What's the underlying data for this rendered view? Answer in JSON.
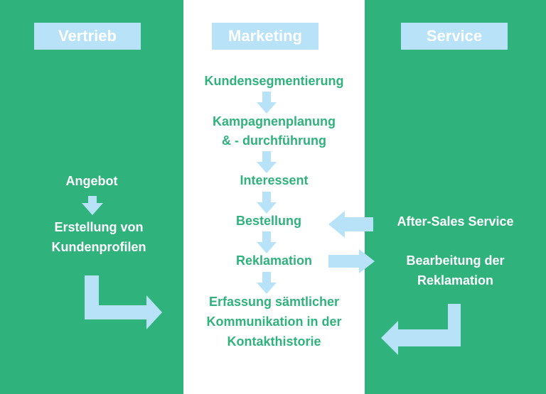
{
  "columns": {
    "left": {
      "title": "Vertrieb"
    },
    "middle": {
      "title": "Marketing"
    },
    "right": {
      "title": "Service"
    }
  },
  "middle_steps": [
    "Kundensegmentierung",
    "Kampagnenplanung",
    "& - durchführung",
    "Interessent",
    "Bestellung",
    "Reklamation",
    "Erfassung sämtlicher",
    "Kommunikation in der",
    "Kontakthistorie"
  ],
  "left_steps": [
    "Angebot",
    "Erstellung von",
    "Kundenprofilen"
  ],
  "right_steps": [
    "After-Sales Service",
    "Bearbeitung der",
    "Reklamation"
  ],
  "colors": {
    "green": "#2fb27c",
    "arrow": "#b8e2f7",
    "white": "#ffffff"
  }
}
